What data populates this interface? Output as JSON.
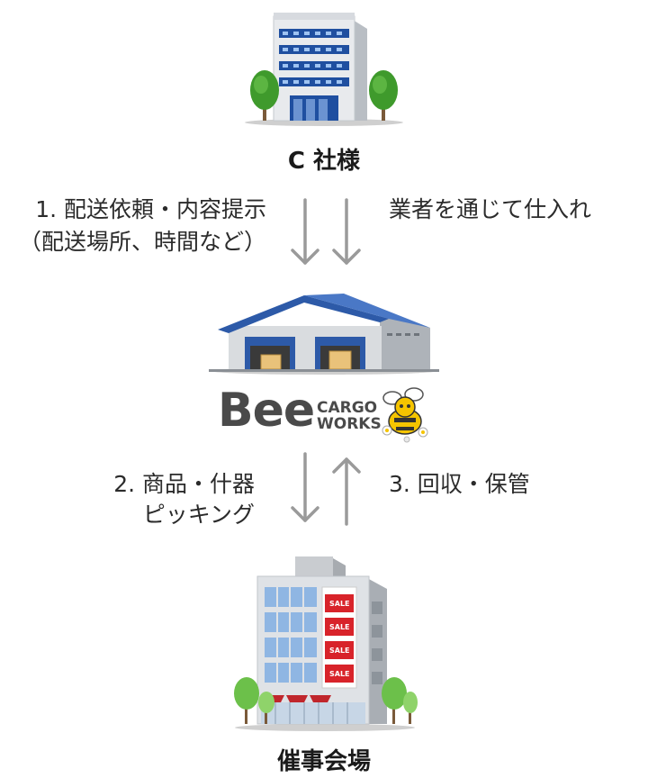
{
  "client": {
    "name": "C 社様"
  },
  "venue": {
    "name": "催事会場"
  },
  "logo": {
    "main": "Bee",
    "line1": "CARGO",
    "line2": "WORKS"
  },
  "steps": {
    "step1_line1": "1. 配送依頼・内容提示",
    "step1_line2": "（配送場所、時間など）",
    "supplier": "業者を通じて仕入れ",
    "step2_line1": "2. 商品・什器",
    "step2_line2": "ピッキング",
    "step3": "3. 回収・保管"
  },
  "signs": {
    "sale": "SALE"
  },
  "colors": {
    "arrow": "#9a9a9a",
    "warehouse_roof": "#2d5aa8",
    "building_glass": "#1f4fa0",
    "tree": "#3f9a2c",
    "bee_yellow": "#f5c400"
  }
}
